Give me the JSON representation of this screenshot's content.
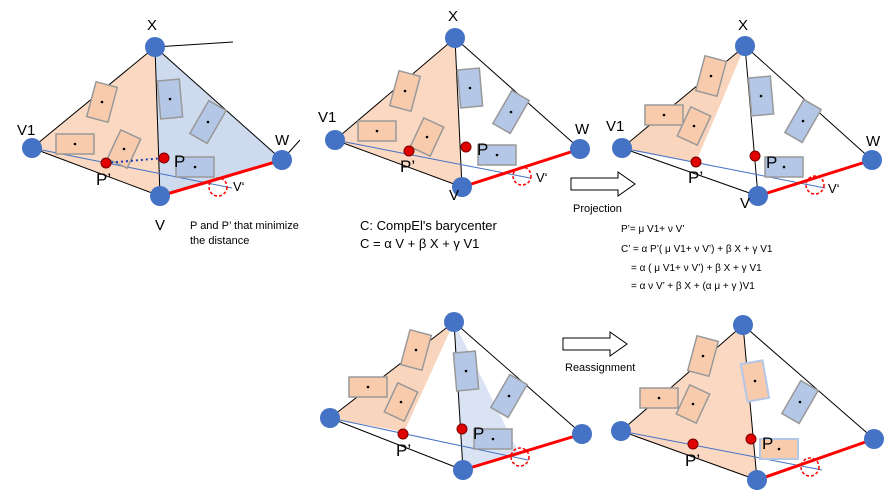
{
  "labels": {
    "X": "X",
    "V1": "V1",
    "W": "W",
    "V": "V",
    "P": "P",
    "P_prime": "P’",
    "V_prime": "V‘"
  },
  "captions": {
    "minimize_line1": "P and P’ that minimize",
    "minimize_line2": "the distance",
    "barycenter_line1": "C: CompEl's barycenter",
    "barycenter_line2": "C = α V + β X + γ V1",
    "projection": "Projection",
    "reassignment": "Reassignment"
  },
  "equations": {
    "p_prime": "P’= μ V1+ ν V’",
    "c1": "C’ = α P’( μ V1+ ν V’) + β X + γ V1",
    "c2": "= α ( μ V1+ ν V’) + β X + γ V1",
    "c3": "= α ν V’ + β X + (α μ + γ )V1"
  },
  "colors": {
    "vertex": "#4472c4",
    "orange_fill": "#f8cbad",
    "blue_fill": "#b4c7e7",
    "red": "#ff0000",
    "edge": "#000000",
    "blue_line": "#4472c4"
  }
}
